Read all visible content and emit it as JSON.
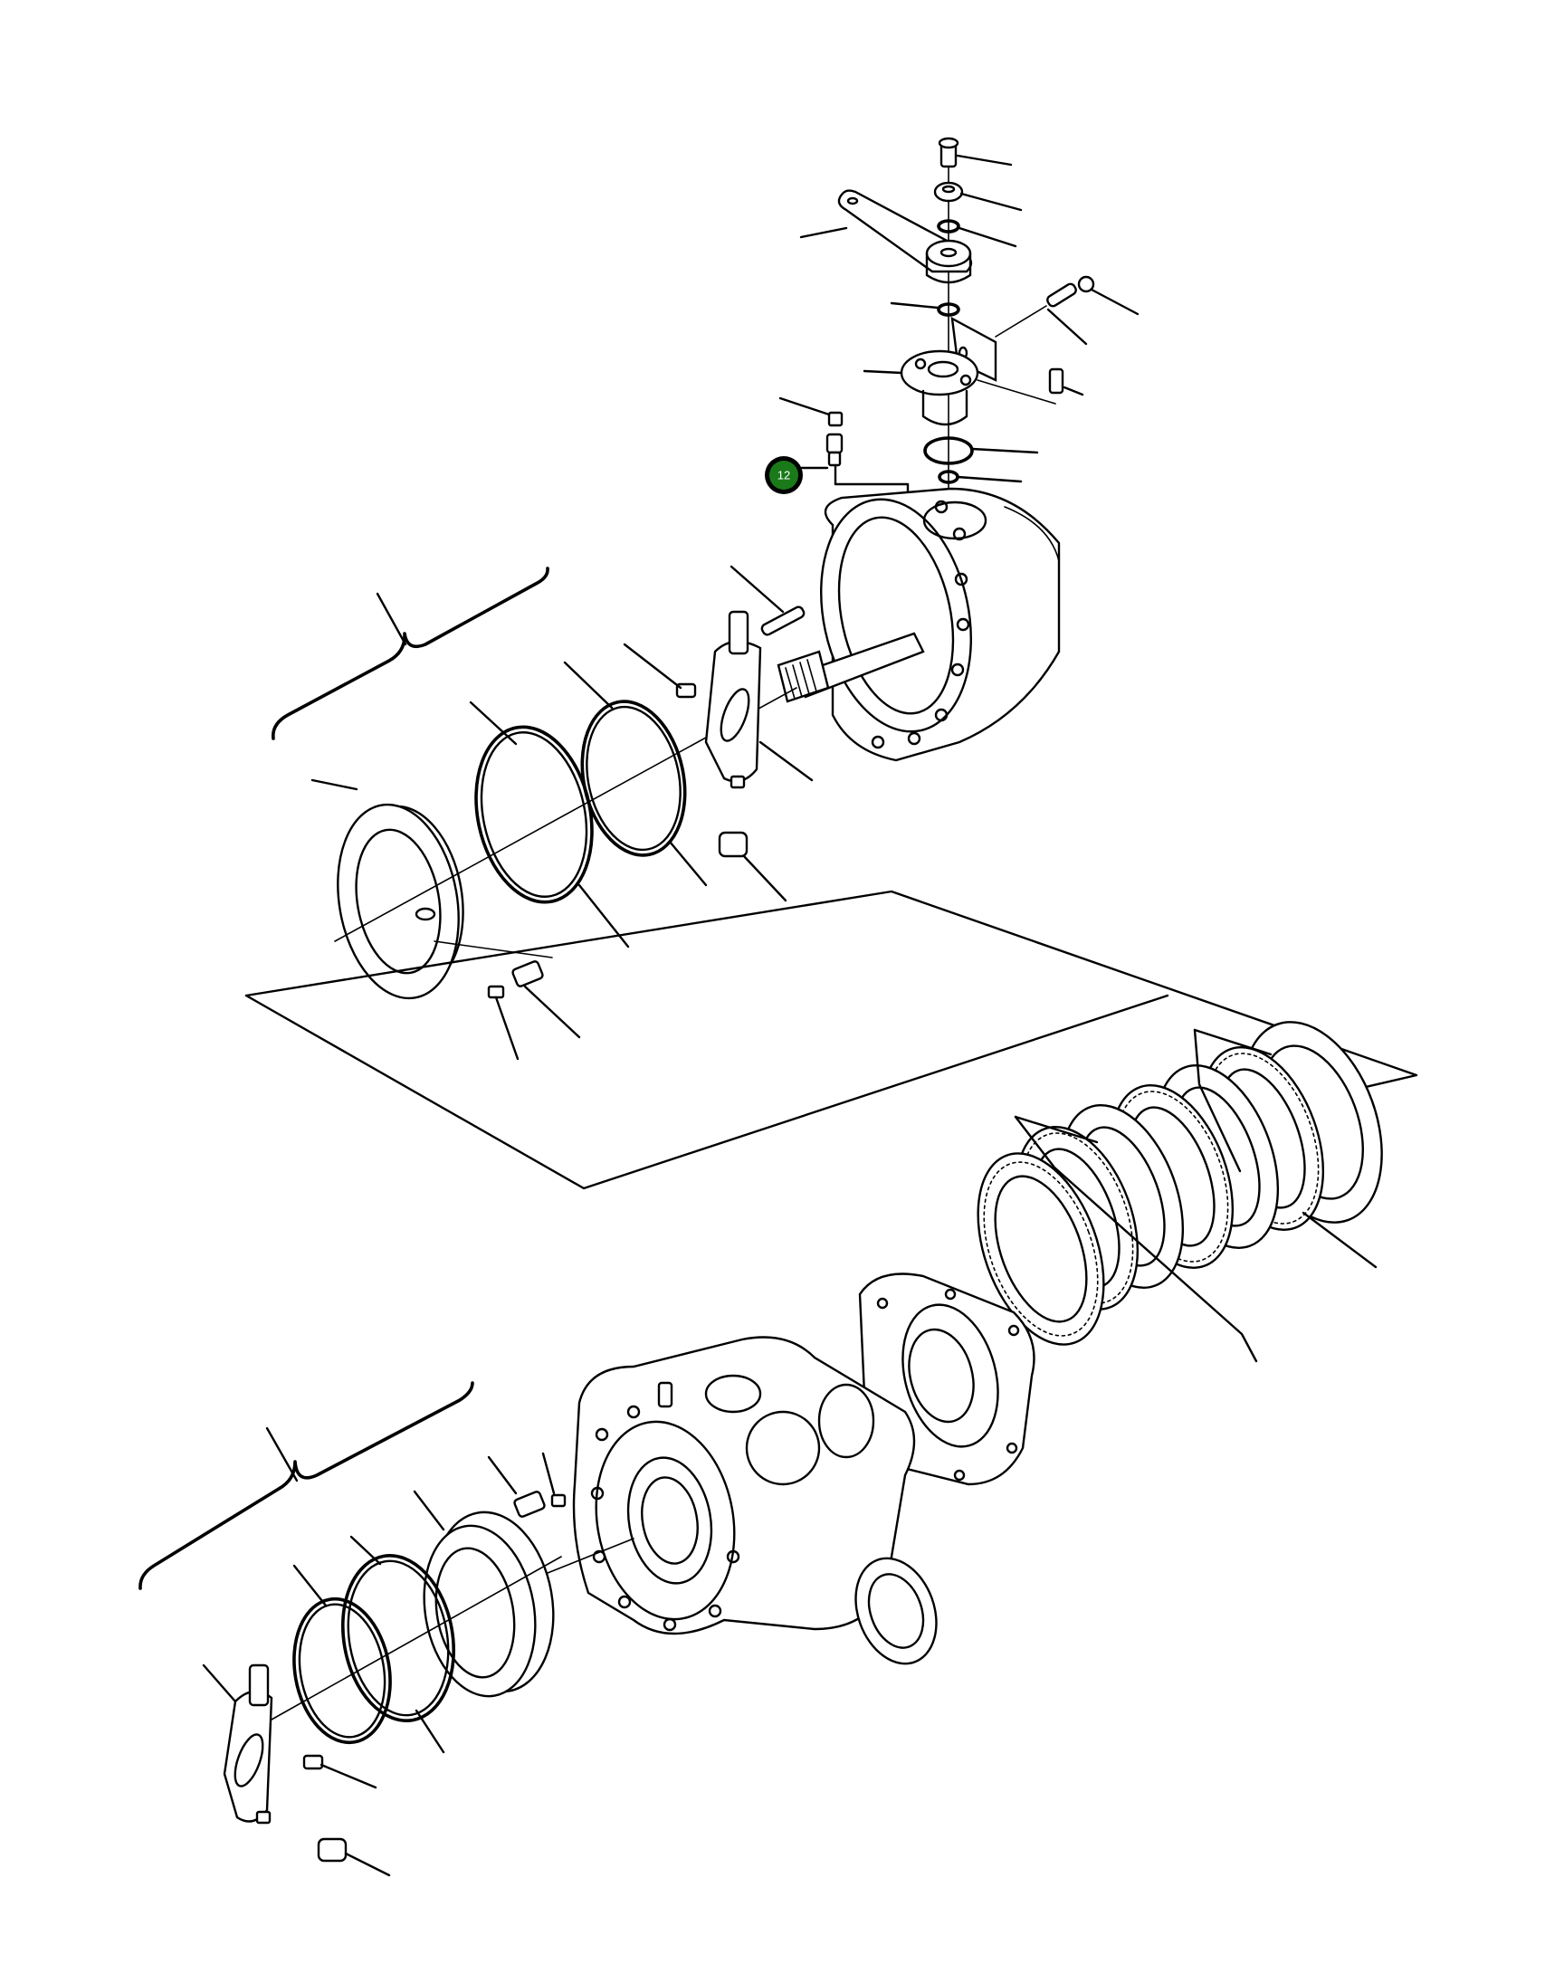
{
  "diagram": {
    "type": "exploded parts diagram",
    "subject": "axle differential / brake housing assembly",
    "background": "#ffffff",
    "line_color": "#000000"
  },
  "callouts": [
    {
      "label": "12",
      "fill": "#1a7a1a",
      "ring": "#000000"
    }
  ],
  "groups": {
    "upper_bracket_label": "",
    "lower_bracket_label": ""
  }
}
